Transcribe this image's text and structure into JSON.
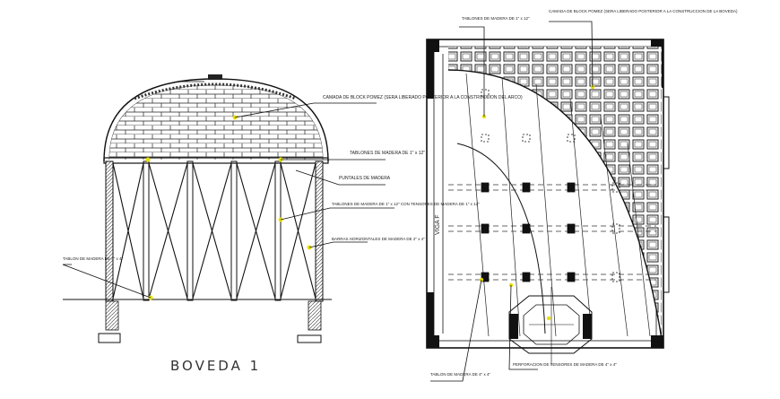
{
  "drawing": {
    "title": "BOVEDA 1",
    "section_labels": [
      "CAMADA DE BLOCK POMEZ (SERA LIBERADO POSTERIOR A LA CONSTRUCCION DEL ARCO)",
      "TABLONES DE MADERA DE 1\" x 12\"",
      "PUNTALES DE MADERA",
      "TABLONES DE MADERA DE 1\" x 12\" CON TENSORES DE MADERA DE 1\" x 12\"",
      "BARRAS HORIZONTALES DE MADERA DE 2\" x 4\"",
      "TABLON DE MADERA DE 4\" x 4\""
    ],
    "plan_labels": [
      "TABLONES DE MADERA DE 1\" x 12\"",
      "CAMADA DE BLOCK POMEZ (SERA LIBERADO POSTERIOR A LA CONSTRUCCION DE LA BOVEDA)",
      "TABLON DE MADERA DE 4\" x 4\"",
      "PERFORACION DE TENSORES DE MADERA DE 4\" x 4\""
    ],
    "wall_label": "VIGA F"
  },
  "colors": {
    "line": "#111111",
    "highlight": "#e8e000",
    "background": "#ffffff"
  }
}
